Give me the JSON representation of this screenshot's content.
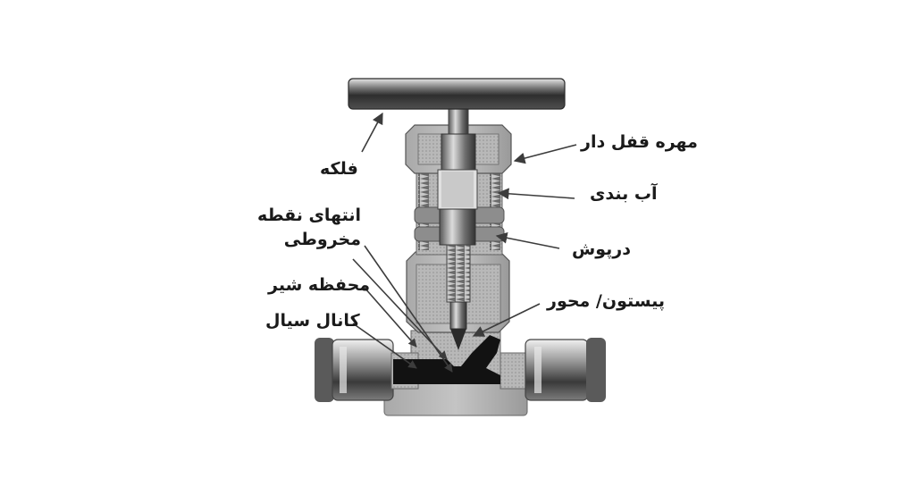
{
  "labels": {
    "handle": "فلکه",
    "lock_nut": "مهره قفل دار",
    "seal": "آب بندی",
    "bonnet": "درپوش",
    "cone_tip_line1": "انتهای نقطه",
    "cone_tip_line2": "مخروطی",
    "valve_body": "محفظه شیر",
    "piston_stem": "پیستون/ محور",
    "fluid_channel": "کانال سیال"
  },
  "colors": {
    "metal_dark": "#3a3a3a",
    "metal_mid": "#8c8c8c",
    "metal_light": "#d9d9d9",
    "section_hatch": "#b3b3b3",
    "channel": "#111111",
    "arrow": "#3c3c3c"
  }
}
